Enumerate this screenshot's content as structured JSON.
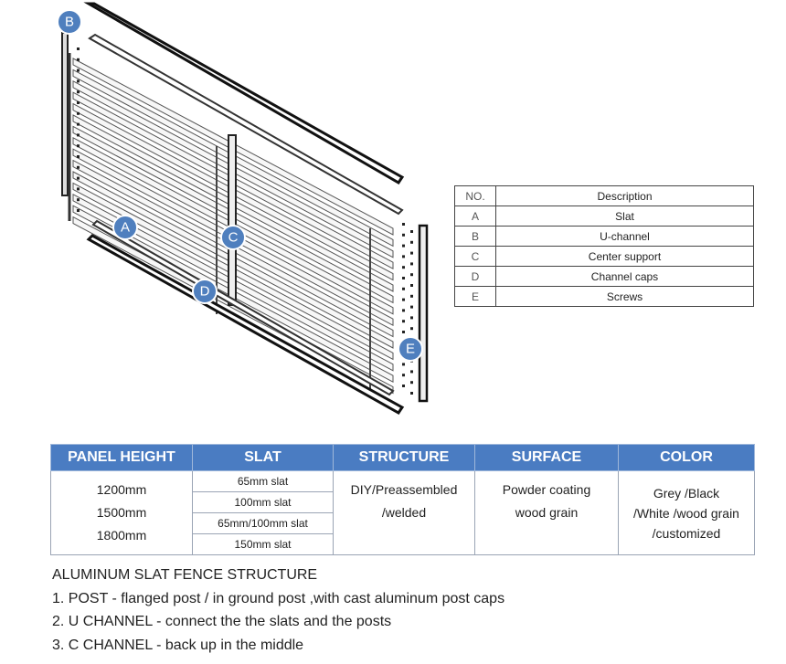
{
  "diagram": {
    "callouts": [
      "A",
      "B",
      "C",
      "D",
      "E"
    ]
  },
  "parts_table": {
    "header": {
      "no": "NO.",
      "description": "Description"
    },
    "rows": [
      {
        "no": "A",
        "description": "Slat"
      },
      {
        "no": "B",
        "description": "U-channel"
      },
      {
        "no": "C",
        "description": "Center support"
      },
      {
        "no": "D",
        "description": "Channel caps"
      },
      {
        "no": "E",
        "description": "Screws"
      }
    ]
  },
  "spec_table": {
    "headers": [
      "PANEL HEIGHT",
      "SLAT",
      "STRUCTURE",
      "SURFACE",
      "COLOR"
    ],
    "panel_heights": [
      "1200mm",
      "1500mm",
      "1800mm"
    ],
    "slats": [
      "65mm slat",
      "100mm slat",
      "65mm/100mm slat",
      "150mm slat"
    ],
    "structure": [
      "DIY/Preassembled",
      "/welded"
    ],
    "surface": [
      "Powder coating",
      "wood grain"
    ],
    "color": [
      "Grey /Black",
      "/White /wood grain",
      "/customized"
    ],
    "colors": {
      "header_bg": "#4a7cc2",
      "header_text": "#ffffff"
    }
  },
  "notes": {
    "title": "ALUMINUM SLAT FENCE STRUCTURE",
    "items": [
      "1. POST - flanged post / in ground post ,with cast aluminum post caps",
      "2. U CHANNEL - connect the the slats and the posts",
      "3. C CHANNEL - back up in the middle"
    ]
  }
}
